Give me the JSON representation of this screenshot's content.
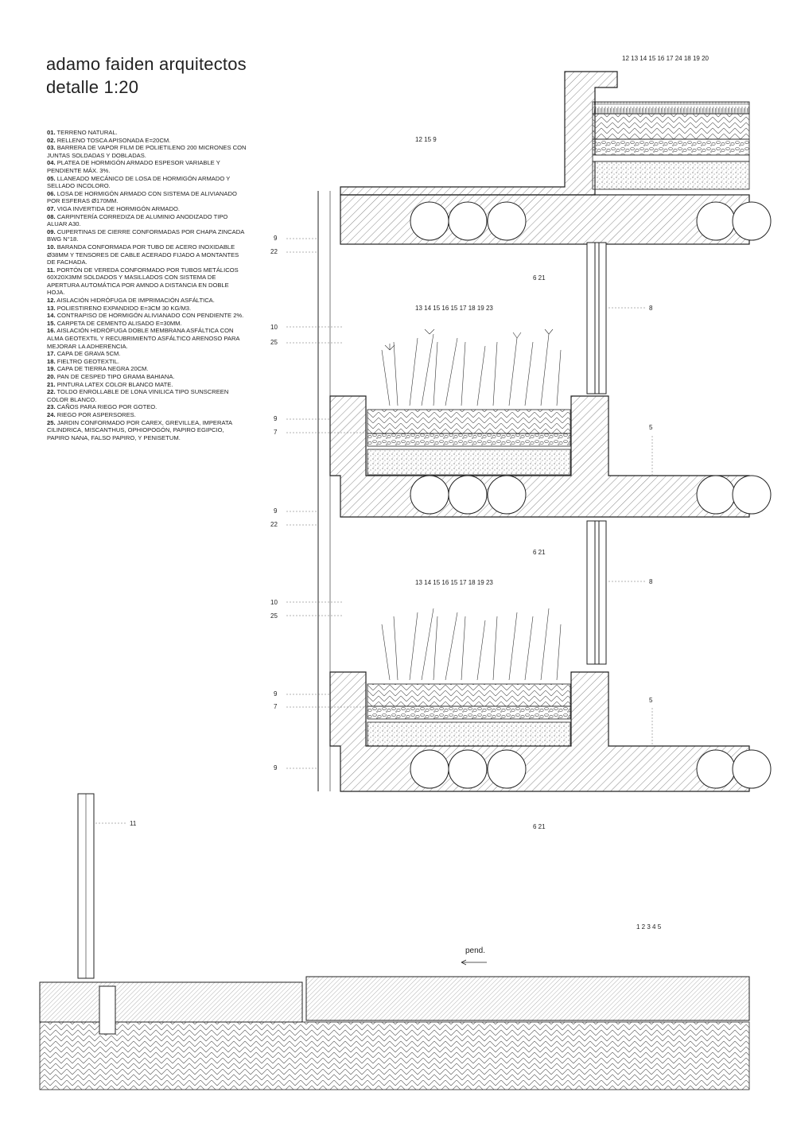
{
  "header": {
    "title": "adamo faiden arquitectos",
    "subtitle": "detalle 1:20"
  },
  "legend": [
    {
      "num": "01.",
      "text": "TERRENO NATURAL."
    },
    {
      "num": "02.",
      "text": "RELLENO TOSCA APISONADA e=20cm."
    },
    {
      "num": "03.",
      "text": "BARRERA DE VAPOR FILM DE POLIETILENO 200 MICRONES CON JUNTAS SOLDADAS Y DOBLADAS."
    },
    {
      "num": "04.",
      "text": "PLATEA DE HORMIGÓN ARMADO ESPESOR VARIABLE Y PENDIENTE MÁX. 3%."
    },
    {
      "num": "05.",
      "text": "LLANEADO MECÁNICO DE LOSA DE HORMIGÓN ARMADO Y SELLADO INCOLORO."
    },
    {
      "num": "06.",
      "text": "LOSA DE HORMIGÓN ARMADO CON SISTEMA DE ALIVIANADO POR ESFERAS Ø170mm."
    },
    {
      "num": "07.",
      "text": "VIGA INVERTIDA DE HORMIGÓN ARMADO."
    },
    {
      "num": "08.",
      "text": "CARPINTERÍA CORREDIZA DE ALUMINIO ANODIZADO TIPO ALUAR A30."
    },
    {
      "num": "09.",
      "text": "CUPERTINAS DE CIERRE CONFORMADAS POR CHAPA ZINCADA BWG N°18."
    },
    {
      "num": "10.",
      "text": "BARANDA CONFORMADA POR TUBO DE ACERO INOXIDABLE Ø38mm Y TENSORES DE CABLE ACERADO FIJADO A MONTANTES DE FACHADA."
    },
    {
      "num": "11.",
      "text": "PORTÓN DE VEREDA CONFORMADO POR TUBOS METÁLICOS 60X20X3mm SOLDADOS Y MASILLADOS CON SISTEMA DE APERTURA AUTOMÁTICA POR AMNDO A DISTANCIA EN DOBLE HOJA."
    },
    {
      "num": "12.",
      "text": "AISLACIÓN HIDRÓFUGA DE IMPRIMACIÓN ASFÁLTICA."
    },
    {
      "num": "13.",
      "text": "POLIESTIRENO EXPANDIDO e=3cm 30 kg/m3."
    },
    {
      "num": "14.",
      "text": "CONTRAPISO DE HORMIGÓN ALIVIANADO CON PENDIENTE 2%."
    },
    {
      "num": "15.",
      "text": "CARPETA DE CEMENTO ALISADO e=30mm."
    },
    {
      "num": "16.",
      "text": "AISLACIÓN HIDRÓFUGA DOBLE MEMBRANA ASFÁLTICA CON ALMA GEOTEXTIL Y RECUBRIMIENTO ASFÁLTICO ARENOSO PARA MEJORAR LA ADHERENCIA."
    },
    {
      "num": "17.",
      "text": "CAPA DE GRAVA 5cm."
    },
    {
      "num": "18.",
      "text": "FIELTRO GEOTEXTIL."
    },
    {
      "num": "19.",
      "text": "CAPA DE TIERRA NEGRA 20cm."
    },
    {
      "num": "20.",
      "text": "PAN DE CESPED TIPO GRAMA BAHIANA."
    },
    {
      "num": "21.",
      "text": "PINTURA LATEX COLOR BLANCO MATE."
    },
    {
      "num": "22.",
      "text": "TOLDO ENROLLABLE DE LONA VINILICA TIPO SUNSCREEN COLOR BLANCO."
    },
    {
      "num": "23.",
      "text": "CAÑOS PARA RIEGO POR GOTEO."
    },
    {
      "num": "24.",
      "text": "RIEGO POR ASPERSORES."
    },
    {
      "num": "25.",
      "text": "JARDIN CONFORMADO POR CAREX, GREVILLEA, IMPERATA CILINDRICA, MISCANTHUS, OPHIOPOGÓN, PAPIRO EGIPCIO, PAPIRO NANA, FALSO PAPIRO, Y PENISETUM."
    }
  ],
  "callouts": {
    "roof_top": [
      "12",
      "13",
      "14",
      "15",
      "16",
      "17",
      "24",
      "18",
      "19",
      "20"
    ],
    "parapet": [
      "12",
      "15",
      "9"
    ],
    "planter": [
      "13",
      "14",
      "15",
      "16",
      "15",
      "17",
      "18",
      "19",
      "23"
    ],
    "slab": [
      "6",
      "21"
    ],
    "ground": [
      "1",
      "2",
      "3",
      "4",
      "5"
    ],
    "nine": "9",
    "twentytwo": "22",
    "ten": "10",
    "twentyfive": "25",
    "seven": "7",
    "eight": "8",
    "five": "5",
    "eleven": "11"
  },
  "slope_label": "pend."
}
